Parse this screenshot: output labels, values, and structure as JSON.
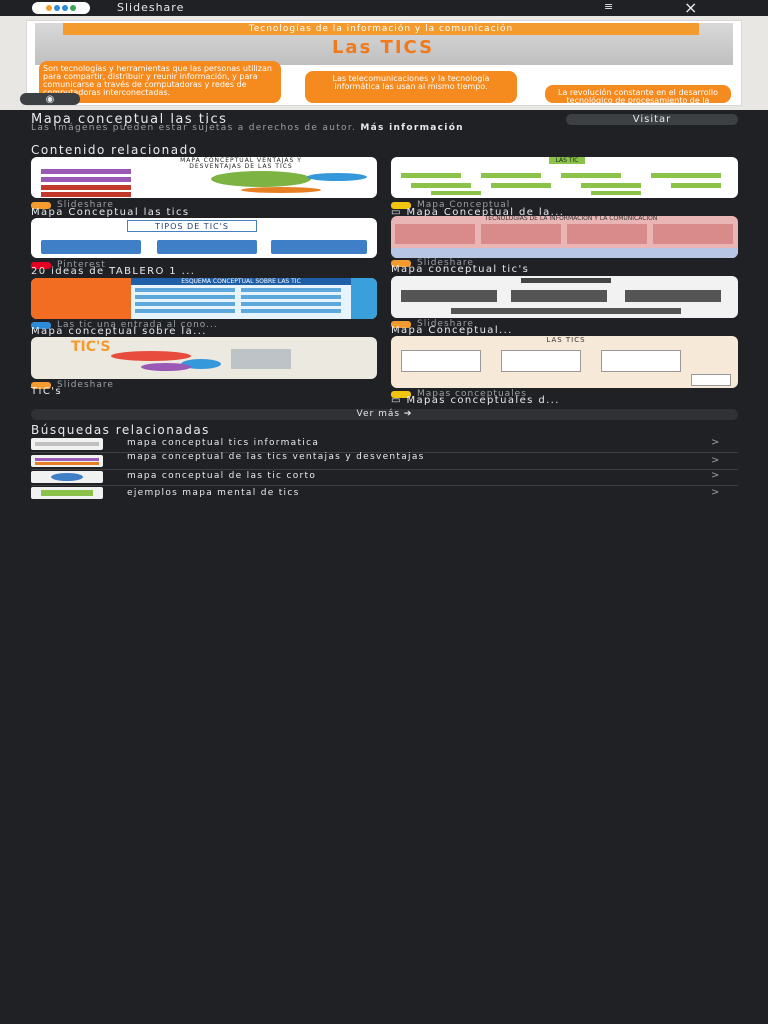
{
  "topbar": {
    "site_name": "Slideshare",
    "menu_icon": "menu-icon",
    "close_icon": "×"
  },
  "hero": {
    "banner_title": "Tecnologías de la información y la comunicación",
    "big_title": "Las TICS",
    "box_left": "Son tecnologías y herramientas que las personas utilizan para compartir, distribuir y reunir información, y para comunicarse a través de computadoras y redes de computadoras interconectadas.",
    "box_center": "Las telecomunicaciones y la tecnología informática las usan al mismo tiempo.",
    "box_right": "La revolución constante en el desarrollo tecnológico de procesamiento de la información",
    "badge_icon": "lens-icon"
  },
  "result": {
    "title": "Mapa conceptual las tics",
    "visit_label": "Visitar",
    "copyright_text": "Las imágenes pueden estar sujetas a derechos de autor.",
    "more_info": "Más información"
  },
  "related_content": {
    "heading": "Contenido relacionado",
    "cards": [
      {
        "source": "Slideshare",
        "caption": "Mapa Conceptual las tics",
        "thumb_title": "MAPA CONCEPTUAL VENTAJAS Y DESVENTAJAS DE LAS TICS"
      },
      {
        "source": "Mapa Conceptual",
        "caption": "Mapa Conceptual de la...",
        "thumb_title": "LAS TIC"
      },
      {
        "source": "Pinterest",
        "caption": "20 ideas de TABLERO 1 ...",
        "thumb_title": "TIPOS DE TIC'S"
      },
      {
        "source": "Slideshare",
        "caption": "Mapa conceptual tic's",
        "thumb_title": "TECNOLOGÍAS DE LA INFORMACIÓN Y LA COMUNICACIÓN"
      },
      {
        "source": "Las tic una entrada al cono...",
        "caption": "Mapa conceptual sobre la...",
        "thumb_title": "ESQUEMA CONCEPTUAL SOBRE LAS TIC"
      },
      {
        "source": "Slideshare",
        "caption": "Mapa Conceptual...",
        "thumb_title": ""
      },
      {
        "source": "Slideshare",
        "caption": "TIC's",
        "thumb_title": "TIC'S"
      },
      {
        "source": "Mapas conceptuales",
        "caption": "Mapas conceptuales d...",
        "thumb_title": "LAS TICS"
      }
    ],
    "more_label": "Ver más"
  },
  "related_searches": {
    "heading": "Búsquedas relacionadas",
    "items": [
      {
        "text": "mapa conceptual tics informatica"
      },
      {
        "text": "mapa conceptual de las tics ventajas y desventajas"
      },
      {
        "text": "mapa conceptual de las tic corto"
      },
      {
        "text": "ejemplos mapa mental de tics"
      }
    ],
    "arrow": ">"
  },
  "colors": {
    "background": "#202124",
    "accent_orange": "#f58a1f",
    "chip": "#3c4043"
  }
}
